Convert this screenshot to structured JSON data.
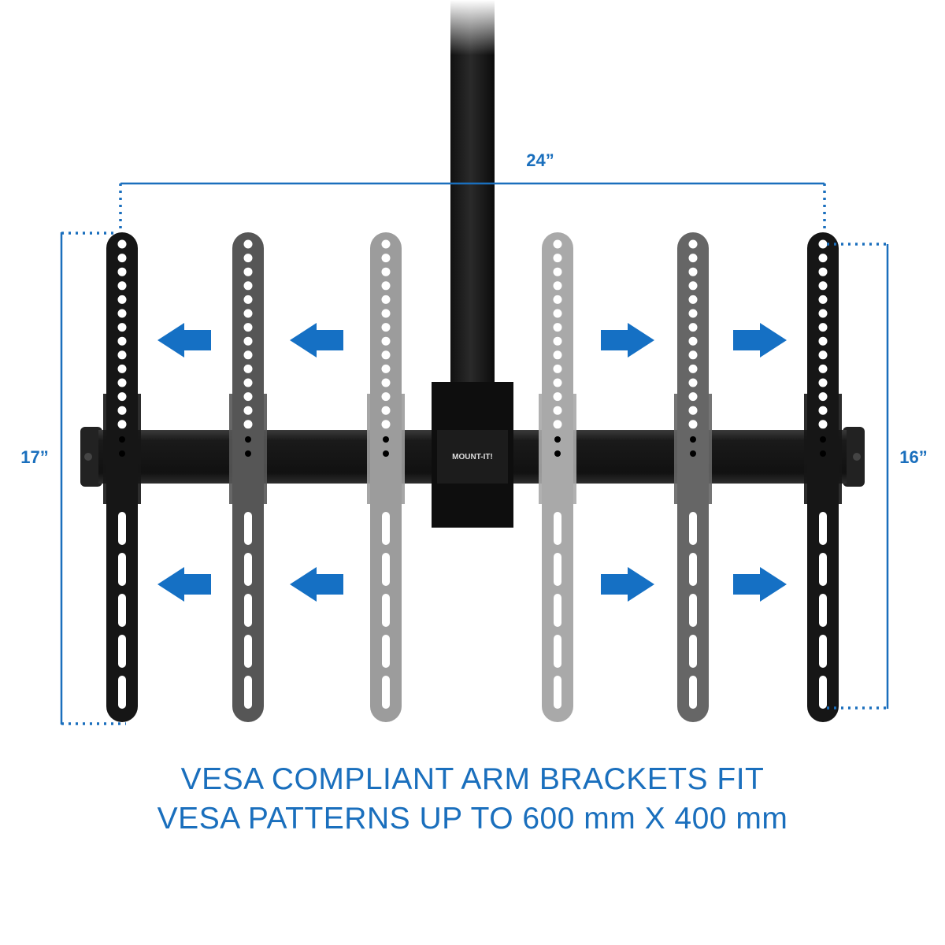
{
  "dimensions": {
    "width_label": "24”",
    "left_height_label": "17”",
    "right_height_label": "16”"
  },
  "brand": {
    "logo_text": "MOUNT-IT!"
  },
  "caption": {
    "line1": "VESA COMPLIANT ARM BRACKETS FIT",
    "line2": "VESA PATTERNS UP TO 600 mm X 400 mm"
  },
  "brackets": [
    {
      "color": "#161616"
    },
    {
      "color": "#565656"
    },
    {
      "color": "#9c9c9c"
    },
    {
      "color": "#a9a9a9"
    },
    {
      "color": "#666666"
    },
    {
      "color": "#161616"
    }
  ],
  "colors": {
    "accent": "#1a6fbd",
    "arrow": "#1570c4"
  }
}
